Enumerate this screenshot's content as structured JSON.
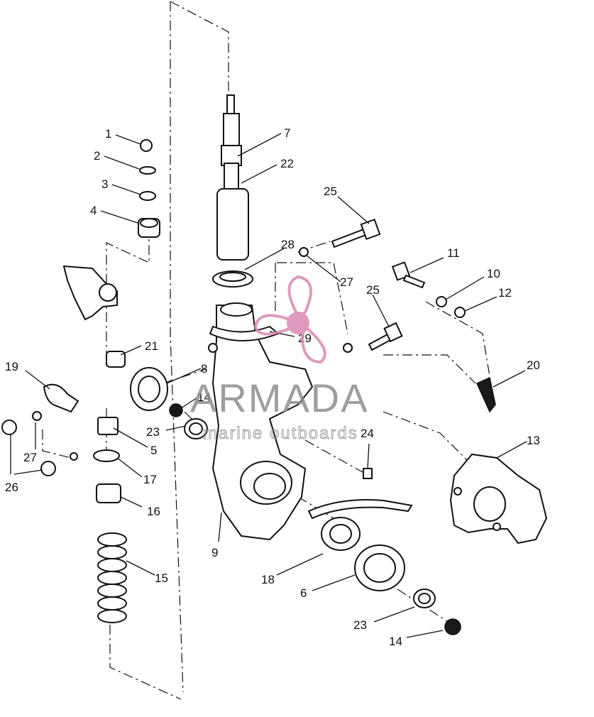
{
  "watermark": {
    "brand": "ARMADA",
    "tagline": "marine outboards",
    "logo_color": "#d98ab3",
    "text_color": "#8e8e8e"
  },
  "callouts": [
    {
      "id": "c1",
      "label": "1"
    },
    {
      "id": "c2",
      "label": "2"
    },
    {
      "id": "c3",
      "label": "3"
    },
    {
      "id": "c4",
      "label": "4"
    },
    {
      "id": "c5",
      "label": "5"
    },
    {
      "id": "c6",
      "label": "6"
    },
    {
      "id": "c7",
      "label": "7"
    },
    {
      "id": "c8",
      "label": "8"
    },
    {
      "id": "c9",
      "label": "9"
    },
    {
      "id": "c10",
      "label": "10"
    },
    {
      "id": "c11",
      "label": "11"
    },
    {
      "id": "c12",
      "label": "12"
    },
    {
      "id": "c13",
      "label": "13"
    },
    {
      "id": "c14a",
      "label": "14"
    },
    {
      "id": "c14b",
      "label": "14"
    },
    {
      "id": "c15",
      "label": "15"
    },
    {
      "id": "c16",
      "label": "16"
    },
    {
      "id": "c17",
      "label": "17"
    },
    {
      "id": "c18",
      "label": "18"
    },
    {
      "id": "c19",
      "label": "19"
    },
    {
      "id": "c20",
      "label": "20"
    },
    {
      "id": "c21",
      "label": "21"
    },
    {
      "id": "c22",
      "label": "22"
    },
    {
      "id": "c23a",
      "label": "23"
    },
    {
      "id": "c23b",
      "label": "23"
    },
    {
      "id": "c24",
      "label": "24"
    },
    {
      "id": "c25a",
      "label": "25"
    },
    {
      "id": "c25b",
      "label": "25"
    },
    {
      "id": "c26",
      "label": "26"
    },
    {
      "id": "c27a",
      "label": "27"
    },
    {
      "id": "c27b",
      "label": "27"
    },
    {
      "id": "c28",
      "label": "28"
    },
    {
      "id": "c29",
      "label": "29"
    }
  ]
}
